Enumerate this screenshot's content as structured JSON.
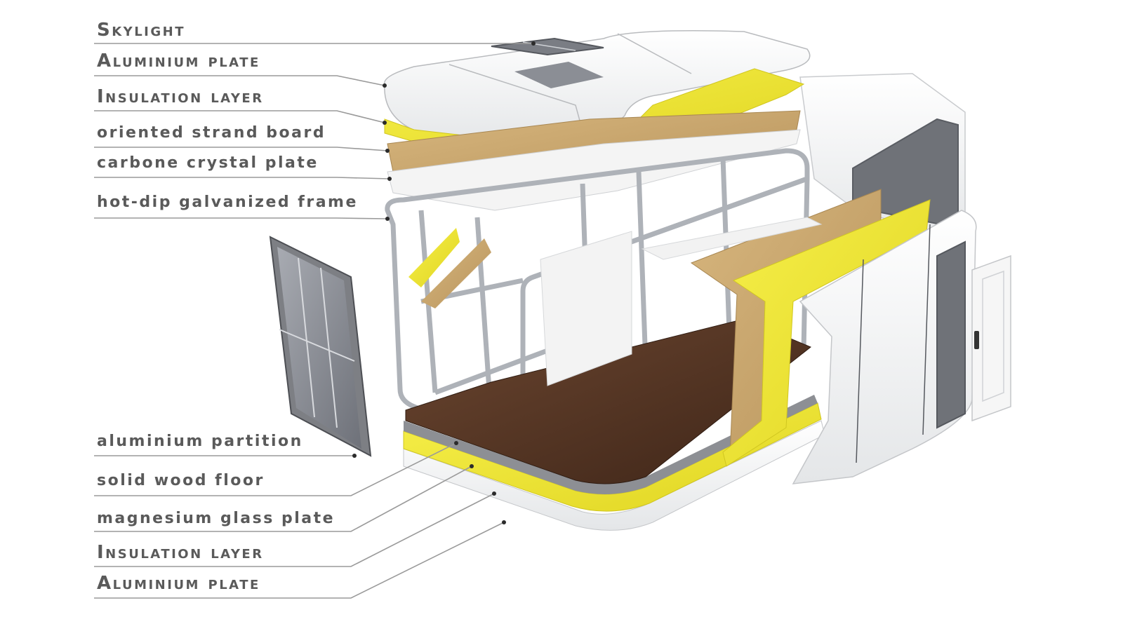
{
  "labels": {
    "top": [
      "Skylight",
      "Aluminium plate",
      "Insulation layer",
      "oriented strand board",
      "carbone crystal plate",
      "hot-dip galvanized frame"
    ],
    "bottom": [
      "aluminium partition",
      "solid wood floor",
      "magnesium glass plate",
      "Insulation layer",
      "Aluminium plate"
    ]
  },
  "colors": {
    "label_text": "#5a5a5a",
    "leader_line": "#9a9a9a",
    "insulation_yellow": "#f2ea3a",
    "osb_board": "#c9a46b",
    "wood_floor": "#5a3a26",
    "aluminium_white": "#f6f6f6",
    "frame_steel": "#b8bcc2",
    "glass": "#7d8088"
  }
}
